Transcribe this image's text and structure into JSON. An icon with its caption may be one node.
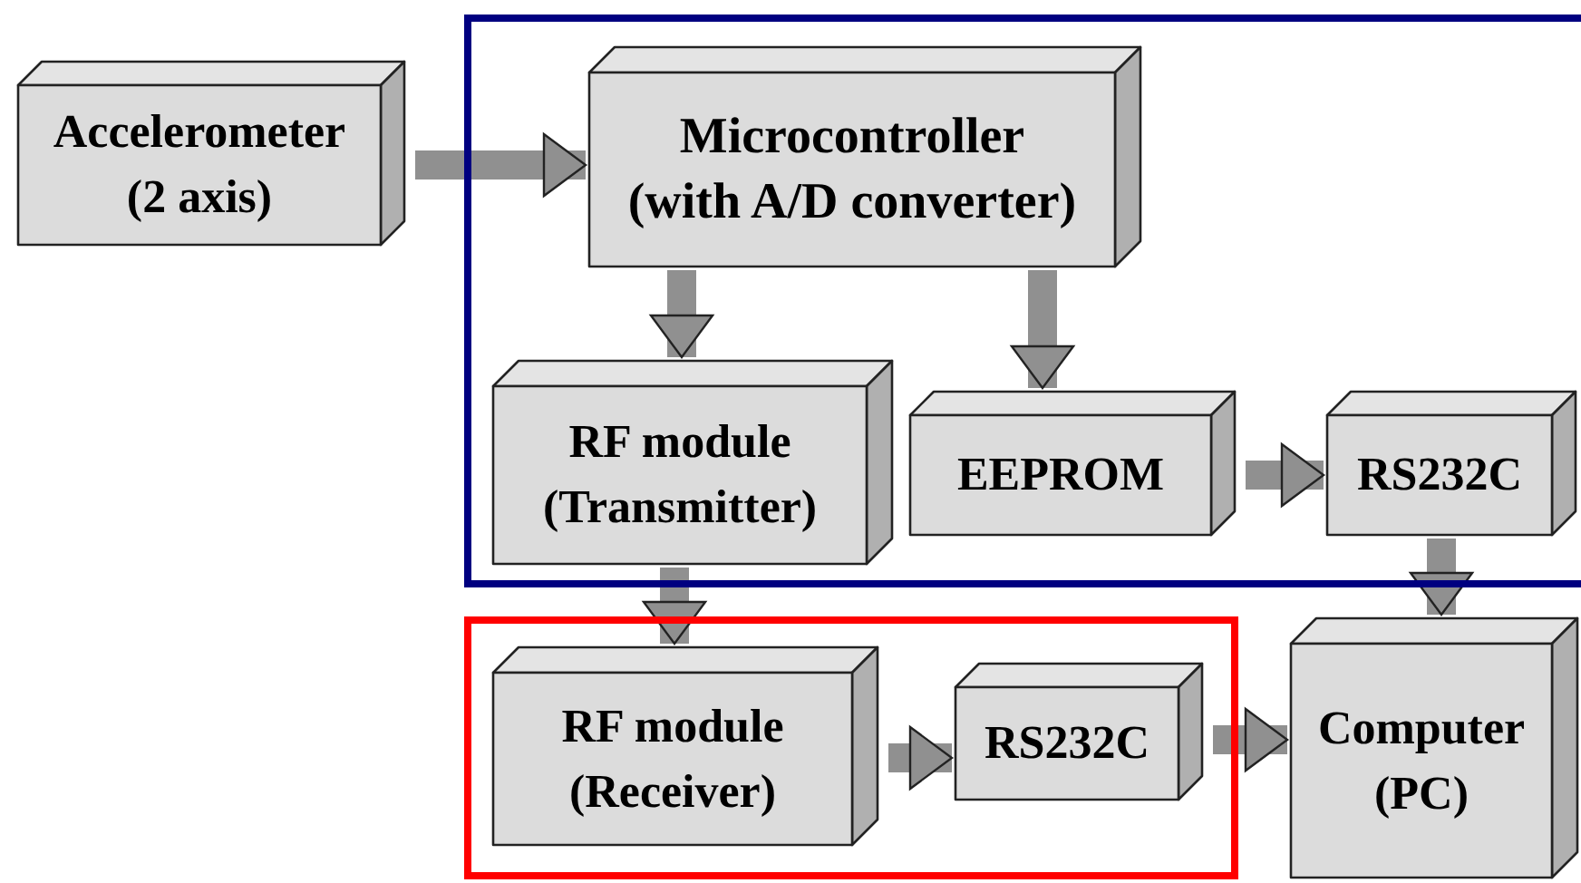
{
  "diagram": {
    "nodes": [
      {
        "text": [
          "Accelerometer (2 axis)"
        ]
      },
      {
        "text": [],
        "shape": "box"
      },
      {
        "text": [
          "Microcontroller (with A/D converter)"
        ],
        "in": 1
      },
      {
        "text": [
          "RF module (Transmitter)"
        ],
        "in": 1
      },
      {
        "text": [
          "EEPROM"
        ],
        "in": 1
      },
      {
        "text": [
          "RS232C"
        ],
        "in": 1
      },
      {
        "text": [],
        "shape": "box"
      },
      {
        "text": [
          "RF module (Receiver)"
        ],
        "in": 6
      },
      {
        "text": [
          "RS232C"
        ],
        "in": 6
      },
      {
        "text": [
          "Computer (PC)"
        ]
      }
    ],
    "edges": [
      {
        "from": 0,
        "to": 2,
        "arrow": "to"
      },
      {
        "from": 2,
        "to": 3,
        "arrow": "to"
      },
      {
        "from": 2,
        "to": 4,
        "arrow": "to"
      },
      {
        "from": 4,
        "to": 5,
        "arrow": "to"
      },
      {
        "from": 5,
        "to": 9,
        "arrow": "to"
      },
      {
        "from": 3,
        "to": 7,
        "arrow": "to"
      },
      {
        "from": 7,
        "to": 8,
        "arrow": "to"
      },
      {
        "from": 8,
        "to": 9,
        "arrow": "to"
      }
    ]
  }
}
